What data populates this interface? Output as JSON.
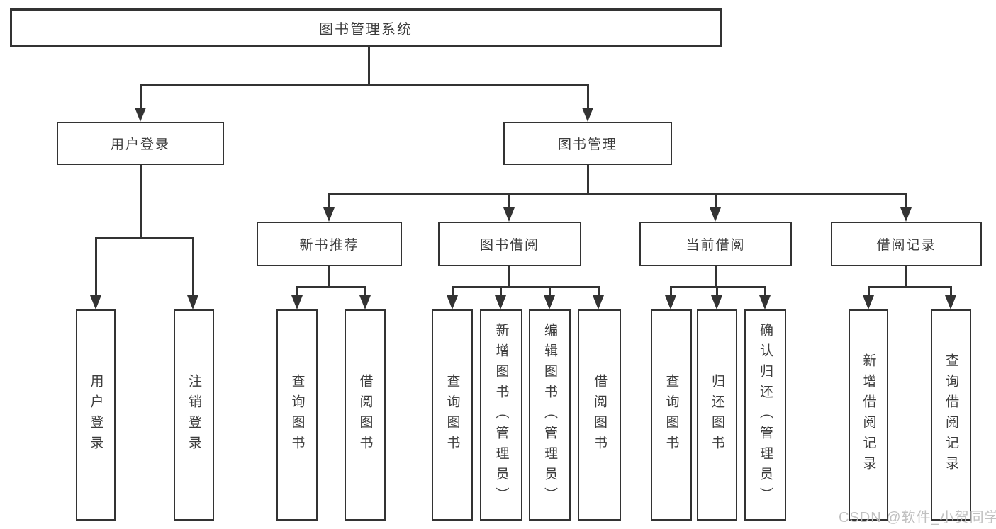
{
  "diagram": {
    "root": {
      "label": "图书管理系统"
    },
    "branches": [
      {
        "label": "用户登录",
        "children": [
          {
            "label": "用户登录"
          },
          {
            "label": "注销登录"
          }
        ]
      },
      {
        "label": "图书管理",
        "children": [
          {
            "label": "新书推荐",
            "children": [
              {
                "label": "查询图书"
              },
              {
                "label": "借阅图书"
              }
            ]
          },
          {
            "label": "图书借阅",
            "children": [
              {
                "label": "查询图书"
              },
              {
                "label": "新增图书（管理员）"
              },
              {
                "label": "编辑图书（管理员）"
              },
              {
                "label": "借阅图书"
              }
            ]
          },
          {
            "label": "当前借阅",
            "children": [
              {
                "label": "查询图书"
              },
              {
                "label": "归还图书"
              },
              {
                "label": "确认归还（管理员）"
              }
            ]
          },
          {
            "label": "借阅记录",
            "children": [
              {
                "label": "新增借阅记录"
              },
              {
                "label": "查询借阅记录"
              }
            ]
          }
        ]
      }
    ],
    "watermark": "CSDN @软件_小贺同学",
    "colors": {
      "line": "#333333",
      "text": "#3d3d3d",
      "watermark": "#c1c1c1",
      "background": "#ffffff"
    }
  }
}
